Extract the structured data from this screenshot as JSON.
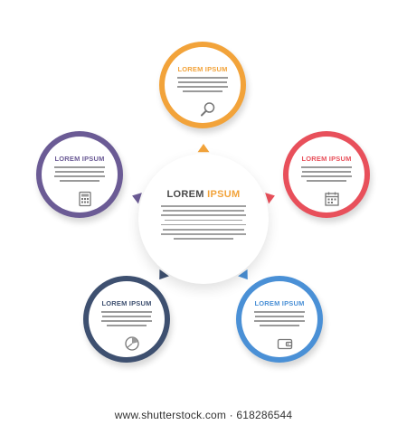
{
  "center": {
    "title_a": "LOREM",
    "title_b": "IPSUM",
    "title_a_color": "#4a4a4a",
    "title_b_color": "#f2a33a"
  },
  "nodes": [
    {
      "key": "top",
      "title": "LOREM IPSUM",
      "color": "#f2a33a",
      "icon": "magnifier-icon"
    },
    {
      "key": "right",
      "title": "LOREM IPSUM",
      "color": "#e8505b",
      "icon": "calendar-icon"
    },
    {
      "key": "bottom-right",
      "title": "LOREM IPSUM",
      "color": "#4a90d6",
      "icon": "wallet-icon"
    },
    {
      "key": "bottom-left",
      "title": "LOREM IPSUM",
      "color": "#3e5070",
      "icon": "pie-chart-icon"
    },
    {
      "key": "left",
      "title": "LOREM IPSUM",
      "color": "#6b5b95",
      "icon": "calculator-icon"
    }
  ],
  "watermark": "www.shutterstock.com · 618286544"
}
